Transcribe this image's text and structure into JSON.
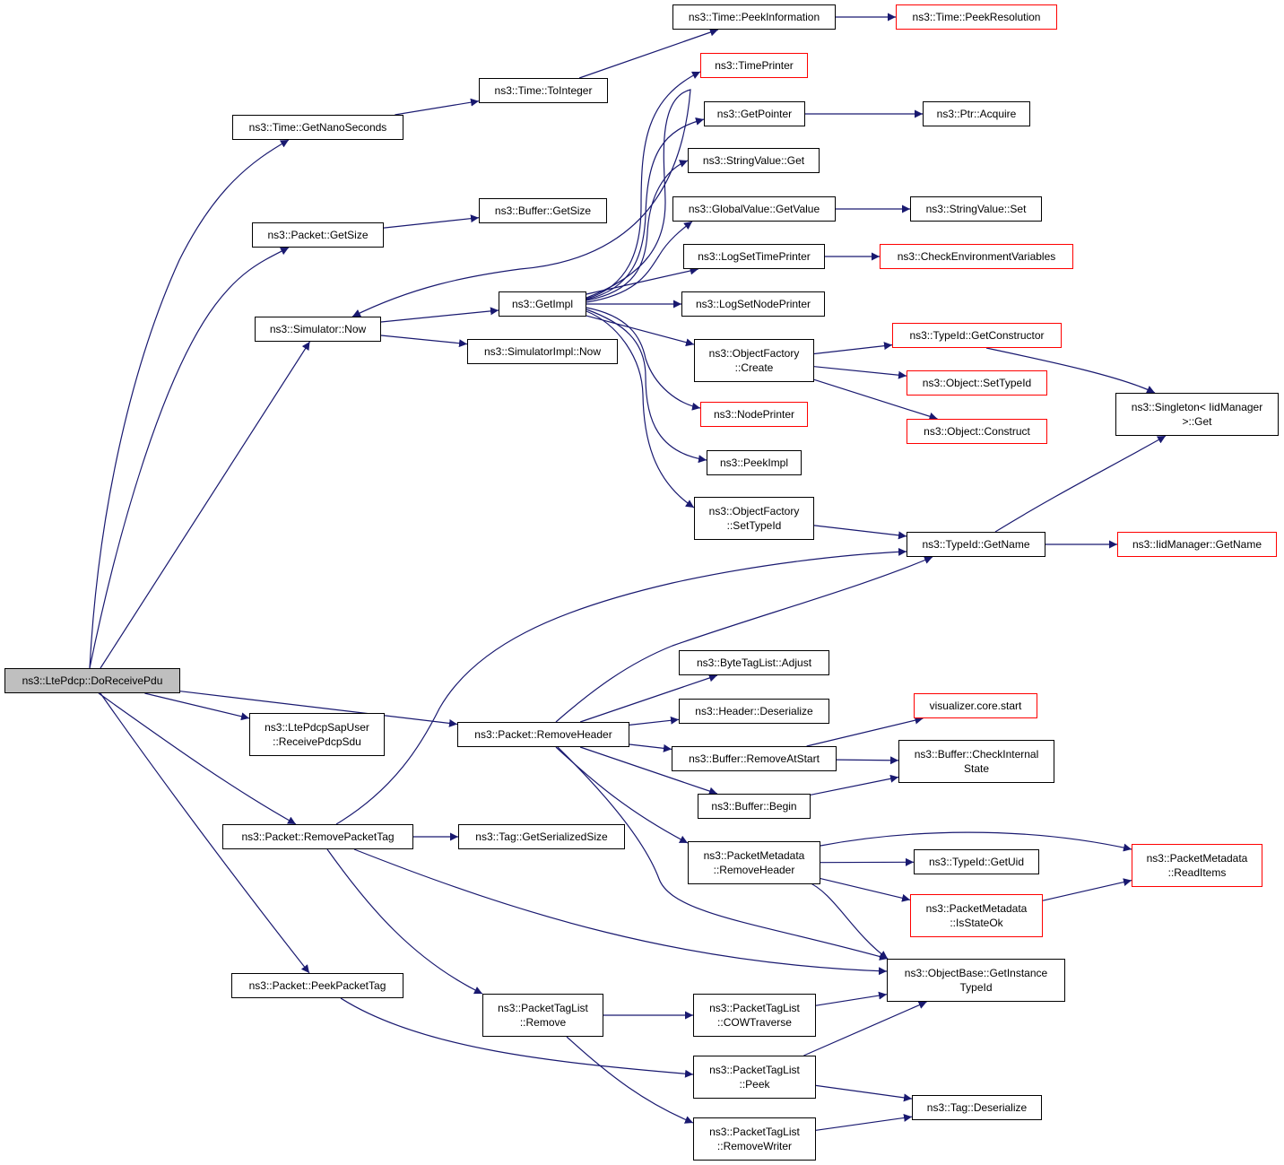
{
  "diagram": {
    "colors": {
      "edge": "#191970",
      "border": "#000000",
      "undocumented_border": "#ff0000",
      "root_fill": "#bfbfbf"
    },
    "nodes": [
      {
        "id": "root",
        "lines": [
          "ns3::LtePdcp::DoReceivePdu"
        ],
        "root": true
      },
      {
        "id": "t_getnano",
        "lines": [
          "ns3::Time::GetNanoSeconds"
        ]
      },
      {
        "id": "t_toint",
        "lines": [
          "ns3::Time::ToInteger"
        ]
      },
      {
        "id": "t_peekinfo",
        "lines": [
          "ns3::Time::PeekInformation"
        ]
      },
      {
        "id": "t_peekres",
        "lines": [
          "ns3::Time::PeekResolution"
        ],
        "red": true
      },
      {
        "id": "p_getsize",
        "lines": [
          "ns3::Packet::GetSize"
        ]
      },
      {
        "id": "b_getsize",
        "lines": [
          "ns3::Buffer::GetSize"
        ]
      },
      {
        "id": "sim_now",
        "lines": [
          "ns3::Simulator::Now"
        ]
      },
      {
        "id": "getimpl",
        "lines": [
          "ns3::GetImpl"
        ]
      },
      {
        "id": "simimpl_now",
        "lines": [
          "ns3::SimulatorImpl::Now"
        ]
      },
      {
        "id": "timeprinter",
        "lines": [
          "ns3::TimePrinter"
        ],
        "red": true
      },
      {
        "id": "getpointer",
        "lines": [
          "ns3::GetPointer"
        ]
      },
      {
        "id": "ptr_acquire",
        "lines": [
          "ns3::Ptr::Acquire"
        ]
      },
      {
        "id": "sv_get",
        "lines": [
          "ns3::StringValue::Get"
        ]
      },
      {
        "id": "gv_getvalue",
        "lines": [
          "ns3::GlobalValue::GetValue"
        ]
      },
      {
        "id": "sv_set",
        "lines": [
          "ns3::StringValue::Set"
        ]
      },
      {
        "id": "logsettime",
        "lines": [
          "ns3::LogSetTimePrinter"
        ]
      },
      {
        "id": "checkenv",
        "lines": [
          "ns3::CheckEnvironmentVariables"
        ],
        "red": true
      },
      {
        "id": "logsetnode",
        "lines": [
          "ns3::LogSetNodePrinter"
        ]
      },
      {
        "id": "of_create",
        "lines": [
          "ns3::ObjectFactory",
          "::Create"
        ]
      },
      {
        "id": "tid_getctor",
        "lines": [
          "ns3::TypeId::GetConstructor"
        ],
        "red": true
      },
      {
        "id": "obj_settid",
        "lines": [
          "ns3::Object::SetTypeId"
        ],
        "red": true
      },
      {
        "id": "obj_construct",
        "lines": [
          "ns3::Object::Construct"
        ],
        "red": true
      },
      {
        "id": "singleton_get",
        "lines": [
          "ns3::Singleton< IidManager",
          " >::Get"
        ]
      },
      {
        "id": "nodeprinter",
        "lines": [
          "ns3::NodePrinter"
        ],
        "red": true
      },
      {
        "id": "peekimpl",
        "lines": [
          "ns3::PeekImpl"
        ]
      },
      {
        "id": "of_settid",
        "lines": [
          "ns3::ObjectFactory",
          "::SetTypeId"
        ]
      },
      {
        "id": "tid_getname",
        "lines": [
          "ns3::TypeId::GetName"
        ]
      },
      {
        "id": "iid_getname",
        "lines": [
          "ns3::IidManager::GetName"
        ],
        "red": true
      },
      {
        "id": "pdcpsap",
        "lines": [
          "ns3::LtePdcpSapUser",
          "::ReceivePdcpSdu"
        ]
      },
      {
        "id": "p_removeheader",
        "lines": [
          "ns3::Packet::RemoveHeader"
        ]
      },
      {
        "id": "btl_adjust",
        "lines": [
          "ns3::ByteTagList::Adjust"
        ]
      },
      {
        "id": "hdr_deser",
        "lines": [
          "ns3::Header::Deserialize"
        ]
      },
      {
        "id": "viz_start",
        "lines": [
          "visualizer.core.start"
        ],
        "red": true
      },
      {
        "id": "b_removeatstart",
        "lines": [
          "ns3::Buffer::RemoveAtStart"
        ]
      },
      {
        "id": "b_checkinternal",
        "lines": [
          "ns3::Buffer::CheckInternal",
          "State"
        ]
      },
      {
        "id": "b_begin",
        "lines": [
          "ns3::Buffer::Begin"
        ]
      },
      {
        "id": "pm_removeheader",
        "lines": [
          "ns3::PacketMetadata",
          "::RemoveHeader"
        ]
      },
      {
        "id": "tid_getuid",
        "lines": [
          "ns3::TypeId::GetUid"
        ]
      },
      {
        "id": "pm_readitems",
        "lines": [
          "ns3::PacketMetadata",
          "::ReadItems"
        ],
        "red": true
      },
      {
        "id": "pm_isstateok",
        "lines": [
          "ns3::PacketMetadata",
          "::IsStateOk"
        ],
        "red": true
      },
      {
        "id": "p_removepackettag",
        "lines": [
          "ns3::Packet::RemovePacketTag"
        ]
      },
      {
        "id": "tag_getser",
        "lines": [
          "ns3::Tag::GetSerializedSize"
        ]
      },
      {
        "id": "ob_getinst",
        "lines": [
          "ns3::ObjectBase::GetInstance",
          "TypeId"
        ]
      },
      {
        "id": "p_peekpackettag",
        "lines": [
          "ns3::Packet::PeekPacketTag"
        ]
      },
      {
        "id": "ptl_remove",
        "lines": [
          "ns3::PacketTagList",
          "::Remove"
        ]
      },
      {
        "id": "ptl_cow",
        "lines": [
          "ns3::PacketTagList",
          "::COWTraverse"
        ]
      },
      {
        "id": "ptl_peek",
        "lines": [
          "ns3::PacketTagList",
          "::Peek"
        ]
      },
      {
        "id": "tag_deser",
        "lines": [
          "ns3::Tag::Deserialize"
        ]
      },
      {
        "id": "ptl_removewriter",
        "lines": [
          "ns3::PacketTagList",
          "::RemoveWriter"
        ]
      }
    ],
    "edges": [
      [
        "root",
        "t_getnano"
      ],
      [
        "root",
        "p_getsize"
      ],
      [
        "root",
        "sim_now"
      ],
      [
        "root",
        "p_removeheader"
      ],
      [
        "root",
        "pdcpsap"
      ],
      [
        "root",
        "p_removepackettag"
      ],
      [
        "root",
        "p_peekpackettag"
      ],
      [
        "t_getnano",
        "t_toint"
      ],
      [
        "t_toint",
        "t_peekinfo"
      ],
      [
        "t_peekinfo",
        "t_peekres"
      ],
      [
        "p_getsize",
        "b_getsize"
      ],
      [
        "sim_now",
        "getimpl"
      ],
      [
        "sim_now",
        "simimpl_now"
      ],
      [
        "getimpl",
        "sim_now"
      ],
      [
        "getimpl",
        "timeprinter"
      ],
      [
        "getimpl",
        "getpointer"
      ],
      [
        "getimpl",
        "sv_get"
      ],
      [
        "getimpl",
        "gv_getvalue"
      ],
      [
        "getimpl",
        "logsettime"
      ],
      [
        "getimpl",
        "logsetnode"
      ],
      [
        "getimpl",
        "of_create"
      ],
      [
        "getimpl",
        "nodeprinter"
      ],
      [
        "getimpl",
        "peekimpl"
      ],
      [
        "getimpl",
        "of_settid"
      ],
      [
        "getpointer",
        "ptr_acquire"
      ],
      [
        "gv_getvalue",
        "sv_set"
      ],
      [
        "logsettime",
        "checkenv"
      ],
      [
        "of_create",
        "tid_getctor"
      ],
      [
        "of_create",
        "obj_settid"
      ],
      [
        "of_create",
        "obj_construct"
      ],
      [
        "tid_getctor",
        "singleton_get"
      ],
      [
        "of_settid",
        "tid_getname"
      ],
      [
        "tid_getname",
        "iid_getname"
      ],
      [
        "tid_getname",
        "singleton_get"
      ],
      [
        "p_removeheader",
        "tid_getname"
      ],
      [
        "p_removeheader",
        "btl_adjust"
      ],
      [
        "p_removeheader",
        "hdr_deser"
      ],
      [
        "p_removeheader",
        "b_removeatstart"
      ],
      [
        "p_removeheader",
        "b_begin"
      ],
      [
        "p_removeheader",
        "pm_removeheader"
      ],
      [
        "p_removeheader",
        "ob_getinst"
      ],
      [
        "b_removeatstart",
        "viz_start"
      ],
      [
        "b_removeatstart",
        "b_checkinternal"
      ],
      [
        "b_begin",
        "b_checkinternal"
      ],
      [
        "pm_removeheader",
        "pm_readitems"
      ],
      [
        "pm_removeheader",
        "tid_getuid"
      ],
      [
        "pm_removeheader",
        "pm_isstateok"
      ],
      [
        "pm_removeheader",
        "ob_getinst"
      ],
      [
        "pm_isstateok",
        "pm_readitems"
      ],
      [
        "p_removepackettag",
        "tid_getname"
      ],
      [
        "p_removepackettag",
        "tag_getser"
      ],
      [
        "p_removepackettag",
        "ob_getinst"
      ],
      [
        "p_removepackettag",
        "ptl_remove"
      ],
      [
        "p_peekpackettag",
        "ptl_peek"
      ],
      [
        "ptl_remove",
        "ptl_cow"
      ],
      [
        "ptl_remove",
        "ptl_removewriter"
      ],
      [
        "ptl_cow",
        "ob_getinst"
      ],
      [
        "ptl_peek",
        "ob_getinst"
      ],
      [
        "ptl_peek",
        "tag_deser"
      ],
      [
        "ptl_removewriter",
        "tag_deser"
      ]
    ]
  }
}
